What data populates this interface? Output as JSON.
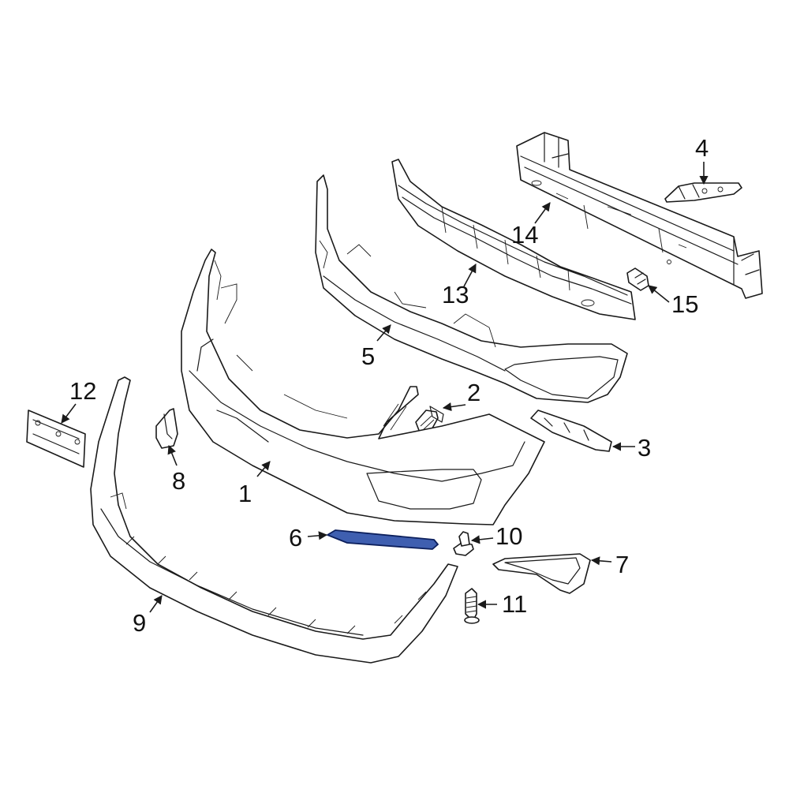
{
  "callouts": [
    {
      "id": "1",
      "label": "1"
    },
    {
      "id": "2",
      "label": "2"
    },
    {
      "id": "3",
      "label": "3"
    },
    {
      "id": "4",
      "label": "4"
    },
    {
      "id": "5",
      "label": "5"
    },
    {
      "id": "6",
      "label": "6"
    },
    {
      "id": "7",
      "label": "7"
    },
    {
      "id": "8",
      "label": "8"
    },
    {
      "id": "9",
      "label": "9"
    },
    {
      "id": "10",
      "label": "10"
    },
    {
      "id": "11",
      "label": "11"
    },
    {
      "id": "12",
      "label": "12"
    },
    {
      "id": "13",
      "label": "13"
    },
    {
      "id": "14",
      "label": "14"
    },
    {
      "id": "15",
      "label": "15"
    }
  ],
  "colors": {
    "line": "#1a1a1a",
    "background": "#ffffff",
    "highlight_fill": "#3f5fb0",
    "highlight_stroke": "#0c1f5c"
  },
  "highlighted_part": "6"
}
